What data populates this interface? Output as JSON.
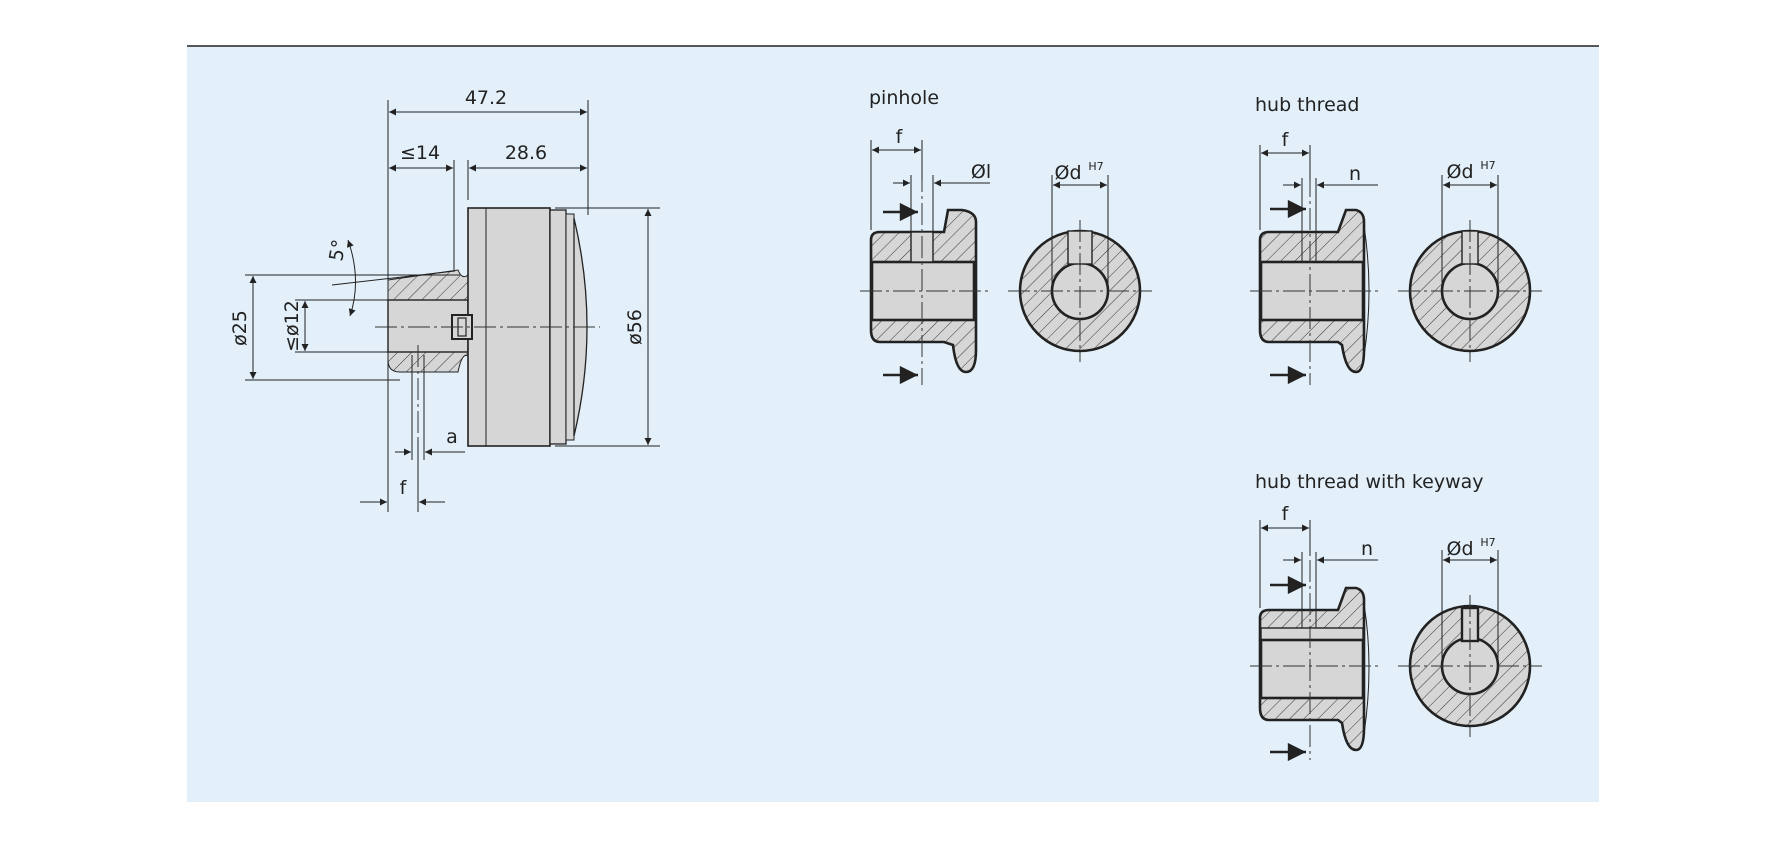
{
  "colors": {
    "panel": "#e3f0fa",
    "rule": "#222222",
    "steel": "#d6d6d6",
    "ink": "#222222"
  },
  "main_view": {
    "dim_total_length": "47.2",
    "dim_hub_length": "≤14",
    "dim_body_length": "28.6",
    "dim_angle": "5°",
    "dim_hub_diameter": "ø25",
    "dim_bore_diameter": "≤ø12",
    "dim_outer_diameter": "ø56",
    "dim_a": "a",
    "dim_f": "f"
  },
  "pinhole": {
    "title": "pinhole",
    "dim_f": "f",
    "dim_pin": "Øl",
    "dim_bore": "Ød",
    "dim_bore_tol": "H7"
  },
  "hub_thread": {
    "title": "hub thread",
    "dim_f": "f",
    "dim_n": "n",
    "dim_bore": "Ød",
    "dim_bore_tol": "H7"
  },
  "hub_keyway": {
    "title": "hub thread with keyway",
    "dim_f": "f",
    "dim_n": "n",
    "dim_bore": "Ød",
    "dim_bore_tol": "H7"
  }
}
